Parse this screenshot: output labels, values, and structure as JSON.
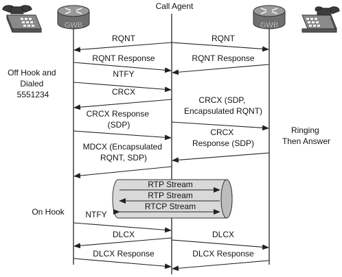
{
  "call_agent_label": "Call Agent",
  "gateways": {
    "left": "GWB",
    "right": "GWB"
  },
  "side_notes": {
    "offhook": [
      "Off Hook and",
      "Dialed",
      "5551234"
    ],
    "ringing": [
      "Ringing",
      "Then Answer"
    ],
    "onhook": "On Hook"
  },
  "messages": {
    "rqnt_left": "RQNT",
    "rqnt_right": "RQNT",
    "rqnt_resp_left": "RQNT Response",
    "rqnt_resp_right": "RQNT Response",
    "ntfy1": "NTFY",
    "crcx_left": "CRCX",
    "crcx_right": [
      "CRCX (SDP,",
      "Encapsulated RQNT)"
    ],
    "crcx_resp_left": [
      "CRCX Response",
      "(SDP)"
    ],
    "crcx_resp_right": [
      "CRCX",
      "Response (SDP)"
    ],
    "mdcx": [
      "MDCX (Encapsulated",
      "RQNT, SDP)"
    ],
    "ntfy2": "NTFY",
    "dlcx_left": "DLCX",
    "dlcx_right": "DLCX",
    "dlcx_resp_left": "DLCX Response",
    "dlcx_resp_right": "DLCX Response"
  },
  "streams": [
    "RTP Stream",
    "RTP Stream",
    "RTCP Stream"
  ],
  "colors": {
    "router_fill": "#8c8c8c",
    "phone_fill": "#8a8a8a",
    "pipe_fill": "#d9d9d9",
    "line": "#222222"
  }
}
